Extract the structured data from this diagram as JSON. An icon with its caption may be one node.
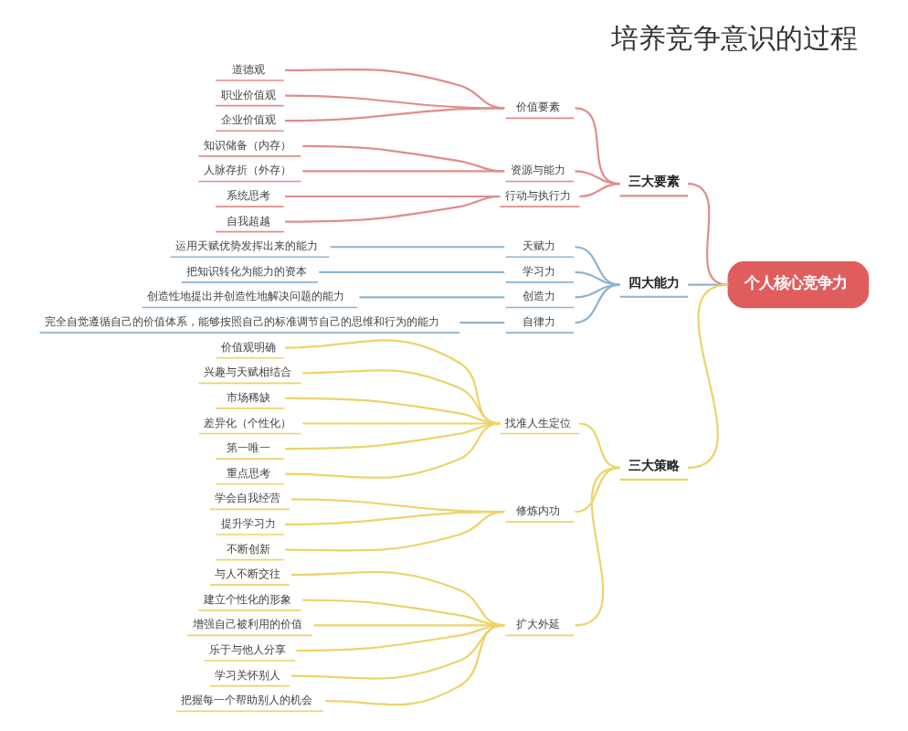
{
  "diagram": {
    "title": "培养竞争意识的过程",
    "nodes": [
      {
        "text": [
          "个人核心竞争力"
        ]
      },
      {
        "text": [
          "三大要素"
        ]
      },
      {
        "text": [
          "价值要素"
        ]
      },
      {
        "text": [
          "道德观"
        ]
      },
      {
        "text": [
          "职业价值观"
        ]
      },
      {
        "text": [
          "企业价值观"
        ]
      },
      {
        "text": [
          "资源与能力"
        ]
      },
      {
        "text": [
          "知识储备（内存）"
        ]
      },
      {
        "text": [
          "人脉存折（外存）"
        ]
      },
      {
        "text": [
          "行动与执行力"
        ]
      },
      {
        "text": [
          "系统思考"
        ]
      },
      {
        "text": [
          "自我超越"
        ]
      },
      {
        "text": [
          "四大能力"
        ]
      },
      {
        "text": [
          "天赋力"
        ]
      },
      {
        "text": [
          "运用天赋优势发挥出来的能力"
        ]
      },
      {
        "text": [
          "学习力"
        ]
      },
      {
        "text": [
          "把知识转化为能力的资本"
        ]
      },
      {
        "text": [
          "创造力"
        ]
      },
      {
        "text": [
          "创造性地提出并创造性地解决问题的能力"
        ]
      },
      {
        "text": [
          "自律力"
        ]
      },
      {
        "text": [
          "完全自觉遵循自己的价值体系，能够按照自己的标准调节自己的思维和行为的能力"
        ]
      },
      {
        "text": [
          "三大策略"
        ]
      },
      {
        "text": [
          "找准人生定位"
        ]
      },
      {
        "text": [
          "价值观明确"
        ]
      },
      {
        "text": [
          "兴趣与天赋相结合"
        ]
      },
      {
        "text": [
          "市场稀缺"
        ]
      },
      {
        "text": [
          "差异化（个性化）"
        ]
      },
      {
        "text": [
          "第一唯一"
        ]
      },
      {
        "text": [
          "重点思考"
        ]
      },
      {
        "text": [
          "修炼内功"
        ]
      },
      {
        "text": [
          "学会自我经营"
        ]
      },
      {
        "text": [
          "提升学习力"
        ]
      },
      {
        "text": [
          "不断创新"
        ]
      },
      {
        "text": [
          "扩大外延"
        ]
      },
      {
        "text": [
          "与人不断交往"
        ]
      },
      {
        "text": [
          "建立个性化的形象"
        ]
      },
      {
        "text": [
          "增强自己被利用的价值"
        ]
      },
      {
        "text": [
          "乐于与他人分享"
        ]
      },
      {
        "text": [
          "学习关怀别人"
        ]
      },
      {
        "text": [
          "把握每一个帮助别人的机会"
        ]
      }
    ],
    "edges": [
      {
        "from": 0,
        "to": 1,
        "arrow": "none",
        "color": "#e08c8c"
      },
      {
        "from": 1,
        "to": 2,
        "arrow": "none",
        "color": "#e08c8c"
      },
      {
        "from": 2,
        "to": 3,
        "arrow": "none",
        "color": "#e08c8c"
      },
      {
        "from": 2,
        "to": 4,
        "arrow": "none",
        "color": "#e08c8c"
      },
      {
        "from": 2,
        "to": 5,
        "arrow": "none",
        "color": "#e08c8c"
      },
      {
        "from": 1,
        "to": 6,
        "arrow": "none",
        "color": "#e08c8c"
      },
      {
        "from": 6,
        "to": 7,
        "arrow": "none",
        "color": "#e08c8c"
      },
      {
        "from": 6,
        "to": 8,
        "arrow": "none",
        "color": "#e08c8c"
      },
      {
        "from": 1,
        "to": 9,
        "arrow": "none",
        "color": "#e08c8c"
      },
      {
        "from": 9,
        "to": 10,
        "arrow": "none",
        "color": "#e08c8c"
      },
      {
        "from": 9,
        "to": 11,
        "arrow": "none",
        "color": "#e08c8c"
      },
      {
        "from": 0,
        "to": 12,
        "arrow": "none",
        "color": "#8fb3cf"
      },
      {
        "from": 12,
        "to": 13,
        "arrow": "none",
        "color": "#8fb3cf"
      },
      {
        "from": 13,
        "to": 14,
        "arrow": "none",
        "color": "#8fb3cf"
      },
      {
        "from": 12,
        "to": 15,
        "arrow": "none",
        "color": "#8fb3cf"
      },
      {
        "from": 15,
        "to": 16,
        "arrow": "none",
        "color": "#8fb3cf"
      },
      {
        "from": 12,
        "to": 17,
        "arrow": "none",
        "color": "#8fb3cf"
      },
      {
        "from": 17,
        "to": 18,
        "arrow": "none",
        "color": "#8fb3cf"
      },
      {
        "from": 12,
        "to": 19,
        "arrow": "none",
        "color": "#8fb3cf"
      },
      {
        "from": 19,
        "to": 20,
        "arrow": "none",
        "color": "#8fb3cf"
      },
      {
        "from": 0,
        "to": 21,
        "arrow": "none"
      },
      {
        "from": 21,
        "to": 22,
        "arrow": "none"
      },
      {
        "from": 22,
        "to": 23,
        "arrow": "none"
      },
      {
        "from": 22,
        "to": 24,
        "arrow": "none"
      },
      {
        "from": 22,
        "to": 25,
        "arrow": "none"
      },
      {
        "from": 22,
        "to": 26,
        "arrow": "none"
      },
      {
        "from": 22,
        "to": 27,
        "arrow": "none"
      },
      {
        "from": 22,
        "to": 28,
        "arrow": "none"
      },
      {
        "from": 21,
        "to": 29,
        "arrow": "none"
      },
      {
        "from": 29,
        "to": 30,
        "arrow": "none"
      },
      {
        "from": 29,
        "to": 31,
        "arrow": "none"
      },
      {
        "from": 29,
        "to": 32,
        "arrow": "none"
      },
      {
        "from": 21,
        "to": 33,
        "arrow": "none"
      },
      {
        "from": 33,
        "to": 34,
        "arrow": "none"
      },
      {
        "from": 33,
        "to": 35,
        "arrow": "none"
      },
      {
        "from": 33,
        "to": 36,
        "arrow": "none"
      },
      {
        "from": 33,
        "to": 37,
        "arrow": "none"
      },
      {
        "from": 33,
        "to": 38,
        "arrow": "none"
      },
      {
        "from": 33,
        "to": 39,
        "arrow": "none"
      }
    ]
  }
}
